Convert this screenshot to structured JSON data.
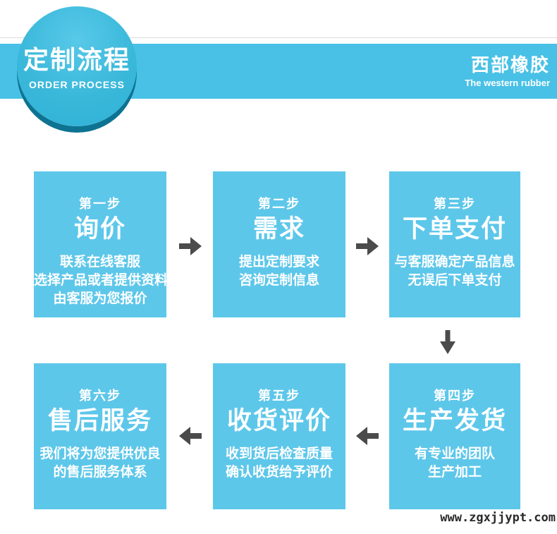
{
  "header": {
    "badge": {
      "title": "定制流程",
      "subtitle": "ORDER PROCESS"
    },
    "brand": {
      "name": "西部橡胶",
      "tagline": "The western rubber"
    }
  },
  "steps": [
    {
      "step": "第一步",
      "title": "询价",
      "lines": [
        "联系在线客服",
        "选择产品或者提供资料",
        "由客服为您报价"
      ]
    },
    {
      "step": "第二步",
      "title": "需求",
      "lines": [
        "提出定制要求",
        "咨询定制信息"
      ]
    },
    {
      "step": "第三步",
      "title": "下单支付",
      "lines": [
        "与客服确定产品信息",
        "无误后下单支付"
      ]
    },
    {
      "step": "第四步",
      "title": "生产发货",
      "lines": [
        "有专业的团队",
        "生产加工"
      ]
    },
    {
      "step": "第五步",
      "title": "收货评价",
      "lines": [
        "收到货后检查质量",
        "确认收货给予评价"
      ]
    },
    {
      "step": "第六步",
      "title": "售后服务",
      "lines": [
        "我们将为您提供优良",
        "的售后服务体系"
      ]
    }
  ],
  "footer": {
    "url": "www.zgxjjypt.com"
  },
  "icons": {
    "flow": [
      "arrow-right-icon",
      "arrow-right-icon",
      "arrow-down-icon",
      "arrow-left-icon",
      "arrow-left-icon"
    ]
  },
  "colors": {
    "band": "#49c1e6",
    "box": "#5dc7ea",
    "badge_fill": "#3ab8da",
    "badge_rim": "#0e7392",
    "arrow": "#4b4b4b",
    "text": "#ffffff",
    "url_text": "#2a2a2a"
  }
}
